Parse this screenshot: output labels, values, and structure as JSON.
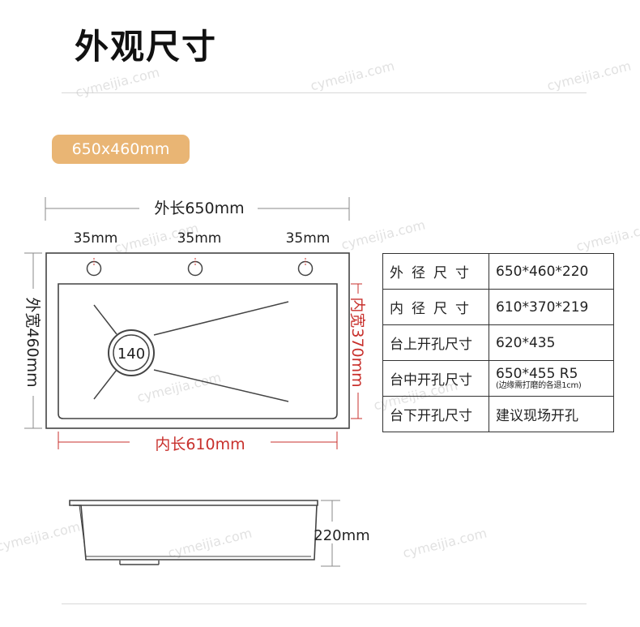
{
  "title": "外观尺寸",
  "badge": "650x460mm",
  "watermark": "cymeijia.com",
  "drawing": {
    "outer_length": "外长650mm",
    "outer_width": "外宽460mm",
    "inner_length": "内长610mm",
    "inner_width": "内宽370mm",
    "hole_spacing": [
      "35mm",
      "35mm",
      "35mm"
    ],
    "drain_label": "140",
    "depth": "220mm",
    "accent_color": "#c8302c",
    "badge_color": "#e9b574"
  },
  "spec_table": [
    {
      "label": "外径尺寸",
      "value": "650*460*220"
    },
    {
      "label": "内径尺寸",
      "value": "610*370*219"
    },
    {
      "label": "台上开孔尺寸",
      "value": "620*435"
    },
    {
      "label": "台中开孔尺寸",
      "value": "650*455 R5",
      "note": "(边缘需打磨的各退1cm)"
    },
    {
      "label": "台下开孔尺寸",
      "value": "建议现场开孔"
    }
  ]
}
